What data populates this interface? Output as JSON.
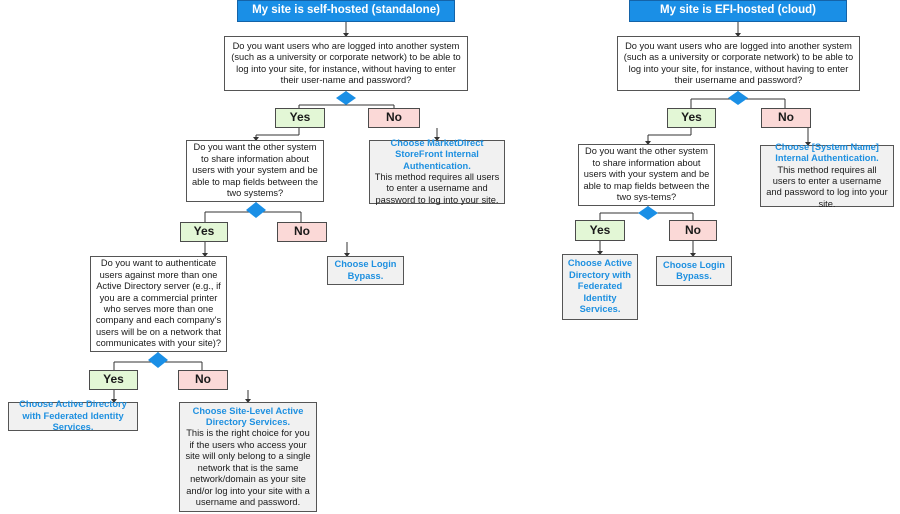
{
  "colors": {
    "title_bg": "#1a8fe6",
    "yes_bg": "#e3f7d6",
    "no_bg": "#fbd9d7",
    "result_bg": "#f1f1f1",
    "link_text": "#1e90e0",
    "diamond": "#1a8fe6"
  },
  "left": {
    "title": "My site is self-hosted (standalone)",
    "q1": "Do you want users who are logged into another system (such as a university or corporate network) to be able to log into your site, for instance, without having to enter their user-name and password?",
    "yes1": "Yes",
    "no1": "No",
    "result_no1": {
      "head": "Choose MarketDirect StoreFront Internal Authentication.",
      "body": "This method requires all users to enter a username and password to log into your site."
    },
    "q2": "Do you want the other system to share information about users with your system and be able to map fields between the two systems?",
    "yes2": "Yes",
    "no2": "No",
    "result_no2": {
      "head": "Choose Login Bypass.",
      "body": ""
    },
    "q3": "Do you want to authenticate users against more than one Active Directory server (e.g., if you are a commercial printer who serves more than one company and each company's users will be on a network that communicates with your site)?",
    "yes3": "Yes",
    "no3": "No",
    "result_yes3": {
      "head": "Choose Active Directory with Federated Identity Services.",
      "body": ""
    },
    "result_no3": {
      "head": "Choose Site-Level Active Directory Services.",
      "body": "This is the right choice for you if the users who access your site will only belong to a single network that is the same network/domain as your site and/or log into your site with a username and password."
    }
  },
  "right": {
    "title": "My site is EFI-hosted (cloud)",
    "q1": "Do you want users who are logged into another system (such as a university or corporate network) to be able to log into your site, for instance, without having to enter their username and password?",
    "yes1": "Yes",
    "no1": "No",
    "result_no1": {
      "head": "Choose [System Name] Internal Authentication.",
      "body": "This method requires all users to enter a username and password to log into your site."
    },
    "q2": "Do you want the other system to share information about users with your system and be able to map fields between the two sys-tems?",
    "yes2": "Yes",
    "no2": "No",
    "result_yes2": {
      "head": "Choose Active Directory with Federated Identity Services.",
      "body": ""
    },
    "result_no2": {
      "head": "Choose Login Bypass.",
      "body": ""
    }
  }
}
